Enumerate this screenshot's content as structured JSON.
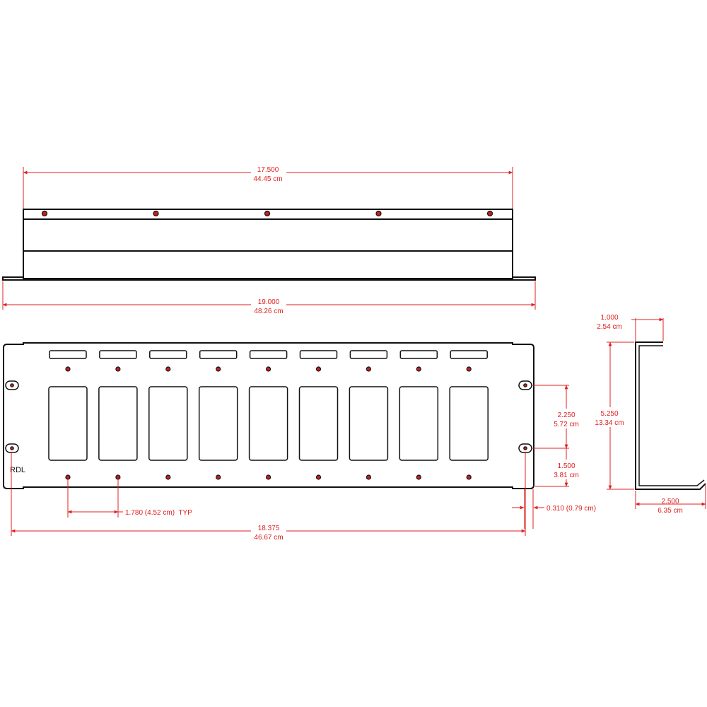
{
  "colors": {
    "dimension": "#e02020",
    "outline": "#111111",
    "hole_fill": "#c42020",
    "background": "#ffffff"
  },
  "top_view": {
    "dim_inner_in": "17.500",
    "dim_inner_cm": "44.45 cm",
    "dim_outer_in": "19.000",
    "dim_outer_cm": "48.26 cm",
    "screw_hole_count": 5
  },
  "front_view": {
    "brand_label": "RDL",
    "module_count": 9,
    "dim_spacing": "1.780 (4.52 cm)  TYP",
    "dim_edge": "0.310 (0.79 cm)",
    "dim_span_in": "18.375",
    "dim_span_cm": "46.67 cm",
    "dim_height_a_in": "2.250",
    "dim_height_a_cm": "5.72 cm",
    "dim_height_b_in": "1.500",
    "dim_height_b_cm": "3.81 cm"
  },
  "side_view": {
    "dim_lip_in": "1.000",
    "dim_lip_cm": "2.54 cm",
    "dim_height_in": "5.250",
    "dim_height_cm": "13.34 cm",
    "dim_depth_in": "2.500",
    "dim_depth_cm": "6.35 cm"
  }
}
